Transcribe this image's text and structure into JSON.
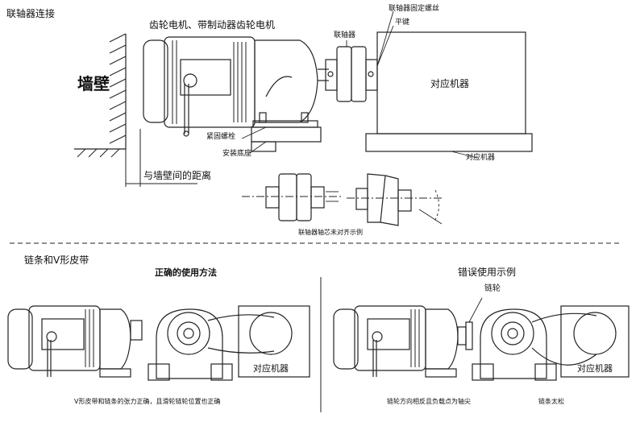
{
  "section1": {
    "title": "联轴器连接",
    "wall_label": "墙壁",
    "motor_title": "齿轮电机、带制动器齿轮电机",
    "coupling_label": "联轴器",
    "set_screw_label": "联轴器固定螺丝",
    "key_label": "平键",
    "machine_label": "对应机器",
    "bolt_label": "紧固螺栓",
    "base_label": "安装底座",
    "wall_distance_label": "与墙壁间的距离",
    "machine_base_label": "对应机器",
    "misalign_caption": "联轴器轴芯未对齐示例"
  },
  "section2": {
    "title": "链条和V形皮带",
    "correct_heading": "正确的使用方法",
    "wrong_heading": "错误使用示例",
    "sprocket_label": "链轮",
    "machine_label_left": "对应机器",
    "machine_label_right": "对应机器",
    "correct_caption": "V形皮带和链条的张力正确，且滑轮链轮位置也正确",
    "wrong_caption_1": "链轮方向相反且负载点为轴尖",
    "wrong_caption_2": "链条太松"
  }
}
